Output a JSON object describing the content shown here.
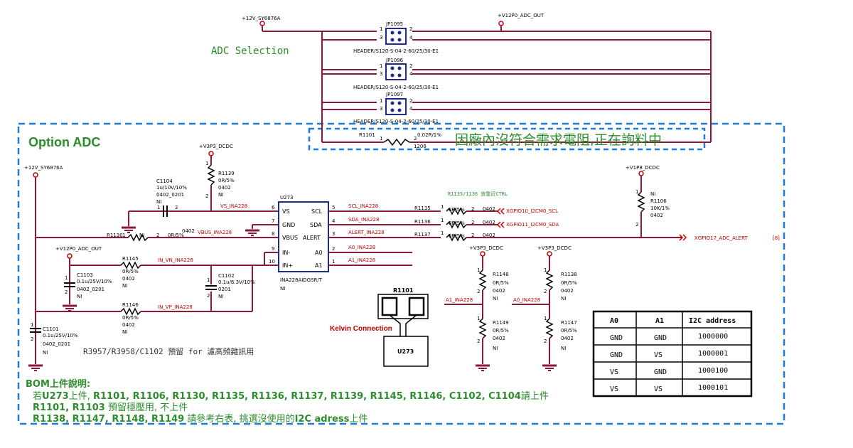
{
  "section_titles": {
    "adc_selection": "ADC Selection",
    "option_adc": "Option ADC"
  },
  "rails": {
    "p12v": "+12V_SY6876A",
    "p12v_left": "+12V_SY6876A",
    "v12p0": "+V12P0_ADC_OUT",
    "v12p0_left": "+V12P0_ADC_OUT",
    "v3p3_top": "+V3P3_DCDC",
    "v3p3_a": "+V3P3_DCDC",
    "v3p3_b": "+V3P3_DCDC",
    "v1p8": "+V1P8_DCDC"
  },
  "headers": [
    {
      "ref": "JP1095",
      "part": "HEADER/S120-S-04-2-60/25/30-E1"
    },
    {
      "ref": "JP1096",
      "part": "HEADER/S120-S-04-2-60/25/30-E1"
    },
    {
      "ref": "JP1097",
      "part": "HEADER/S120-S-04-2-60/25/30-E1"
    }
  ],
  "header_pins": {
    "p1": "1",
    "p2": "2",
    "p3": "3",
    "p4": "4"
  },
  "r1101": {
    "ref": "R1101",
    "value": "0.02R/1%",
    "pkg": "1206",
    "pin1": "1",
    "pin2": "2",
    "note": "因廠內沒符合需求電阻,正在詢料中"
  },
  "u273": {
    "ref": "U273",
    "part": "INA228AIDGSR/T",
    "ni": "NI",
    "left_pins": [
      {
        "num": "6",
        "name": "VS"
      },
      {
        "num": "7",
        "name": "GND"
      },
      {
        "num": "8",
        "name": "VBUS"
      },
      {
        "num": "9",
        "name": "IN-"
      },
      {
        "num": "10",
        "name": "IN+"
      }
    ],
    "right_pins": [
      {
        "num": "5",
        "name": "SCL"
      },
      {
        "num": "4",
        "name": "SDA"
      },
      {
        "num": "3",
        "name": "ALERT"
      },
      {
        "num": "2",
        "name": "A0"
      },
      {
        "num": "1",
        "name": "A1"
      }
    ]
  },
  "nets": {
    "vs": "VS_INA228",
    "vbus": "VBUS_INA228",
    "in_vn": "IN_VN_INA228",
    "in_vp": "IN_VP_INA228",
    "scl": "SCL_INA228",
    "sda": "SDA_INA228",
    "alert": "ALERT_INA228",
    "a0": "A0_INA228",
    "a1": "A1_INA228",
    "a1_r": "A1_INA228",
    "a0_r": "A0_INA228"
  },
  "offpage": {
    "scl": "XGPIO10_I2CM0_SCL",
    "sda": "XGPIO11_I2CM0_SDA",
    "alert": "XGPIO17_ADC_ALERT",
    "alert_ref": "[8]"
  },
  "components": {
    "c1104": {
      "ref": "C1104",
      "value": "1u/10V/10%",
      "pkg": "0402_0201",
      "ni": "NI",
      "p1": "1",
      "p2": "2"
    },
    "r1139": {
      "ref": "R1139",
      "value": "0R/5%",
      "pkg": "0402",
      "ni": "NI",
      "p1": "1",
      "p2": "2"
    },
    "r1130": {
      "ref": "R1130",
      "value": "0R/5%",
      "pkg": "0402",
      "ni": "NI",
      "p1": "1",
      "p2": "2"
    },
    "r1145": {
      "ref": "R1145",
      "value": "0R/5%",
      "pkg": "0402",
      "ni": "NI"
    },
    "r1146": {
      "ref": "R1146",
      "value": "0R/5%",
      "pkg": "0402",
      "ni": "NI"
    },
    "c1103": {
      "ref": "C1103",
      "value": "0.1u/25V/10%",
      "pkg": "0402_0201",
      "ni": "NI",
      "p1": "1",
      "p2": "2"
    },
    "c1102": {
      "ref": "C1102",
      "value": "0.1u/6.3V/10%",
      "pkg": "0201",
      "ni": "NI",
      "p1": "1",
      "p2": "2"
    },
    "c1101": {
      "ref": "C1101",
      "value": "0.1u/25V/10%",
      "pkg": "0402_0201",
      "ni": "NI",
      "p1": "1",
      "p2": "2"
    },
    "r1135": {
      "ref": "R1135",
      "value": "0R/5%",
      "pkg": "0402",
      "p1": "1",
      "p2": "2"
    },
    "r1136": {
      "ref": "R1136",
      "value": "0R/5%",
      "pkg": "0402",
      "p1": "1",
      "p2": "2"
    },
    "r1137": {
      "ref": "R1137",
      "value": "0R/5%",
      "pkg": "0402",
      "p1": "1",
      "p2": "2"
    },
    "r1106": {
      "ref": "R1106",
      "value": "10K/1%",
      "pkg": "0402",
      "ni": "NI",
      "p1": "1",
      "p2": "2"
    },
    "r1148": {
      "ref": "R1148",
      "value": "0R/5%",
      "pkg": "0402",
      "ni": "NI",
      "p1": "1",
      "p2": "2"
    },
    "r1149": {
      "ref": "R1149",
      "value": "0R/5%",
      "pkg": "0402",
      "ni": "NI",
      "p1": "1",
      "p2": "2"
    },
    "r1138": {
      "ref": "R1138",
      "value": "0R/5%",
      "pkg": "0402",
      "ni": "NI",
      "p1": "1",
      "p2": "2"
    },
    "r1147": {
      "ref": "R1147",
      "value": "0R/5%",
      "pkg": "0402",
      "ni": "NI",
      "p1": "1",
      "p2": "2"
    }
  },
  "notes": {
    "r1135_1136": "R1135/1136 放靠近CTRL",
    "filter": "R3957/R3958/C1102 預留 for 濾高頻雜訊用"
  },
  "kelvin": {
    "label": "Kelvin Connection",
    "res": "R1101",
    "chip": "U273"
  },
  "i2c_table": {
    "headers": [
      "A0",
      "A1",
      "I2C address"
    ],
    "rows": [
      [
        "GND",
        "GND",
        "1000000"
      ],
      [
        "GND",
        "VS",
        "1000001"
      ],
      [
        "VS",
        "GND",
        "1000100"
      ],
      [
        "VS",
        "VS",
        "1000101"
      ]
    ]
  },
  "bom": {
    "title": "BOM上件說明:",
    "line1_pre": "若",
    "line1_bold": "U273",
    "line1_mid": "上件, ",
    "line1_list": "R1101, R1106, R1130, R1135, R1136, R1137, R1139, R1145, R1146, C1102, C1104",
    "line1_post": "請上件",
    "line2_bold": "R1101, R1103",
    "line2_post": " 預留穩壓用, 不上件",
    "line3_bold": "R1138, R1147, R1148, R1149",
    "line3_mid": " 請參考右表, 挑選沒使用的",
    "line3_bold2": "I2C adress",
    "line3_post": "上件"
  },
  "colors": {
    "wire": "#8b1a3a",
    "dash_box": "#1e7bd6",
    "green_text": "#2e8b2e",
    "red_text": "#c00000",
    "power_flag": "#c00000"
  }
}
